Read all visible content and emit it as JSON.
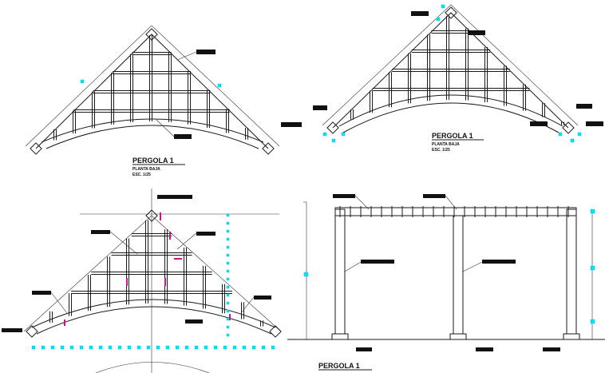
{
  "drawings": [
    {
      "title": "PERGOLA 1",
      "subtitle": "PLANTA BAJA",
      "scale": "ESC. 1/25"
    },
    {
      "title": "PERGOLA 1",
      "subtitle": "PLANTA BAJA",
      "scale": "ESC. 1/25"
    },
    {
      "title": "PERGOLA 1"
    }
  ],
  "colors": {
    "line": "#1a1a1a",
    "dimension": "#00e5ff",
    "accent": "#c2188b",
    "tag": "#111111"
  }
}
